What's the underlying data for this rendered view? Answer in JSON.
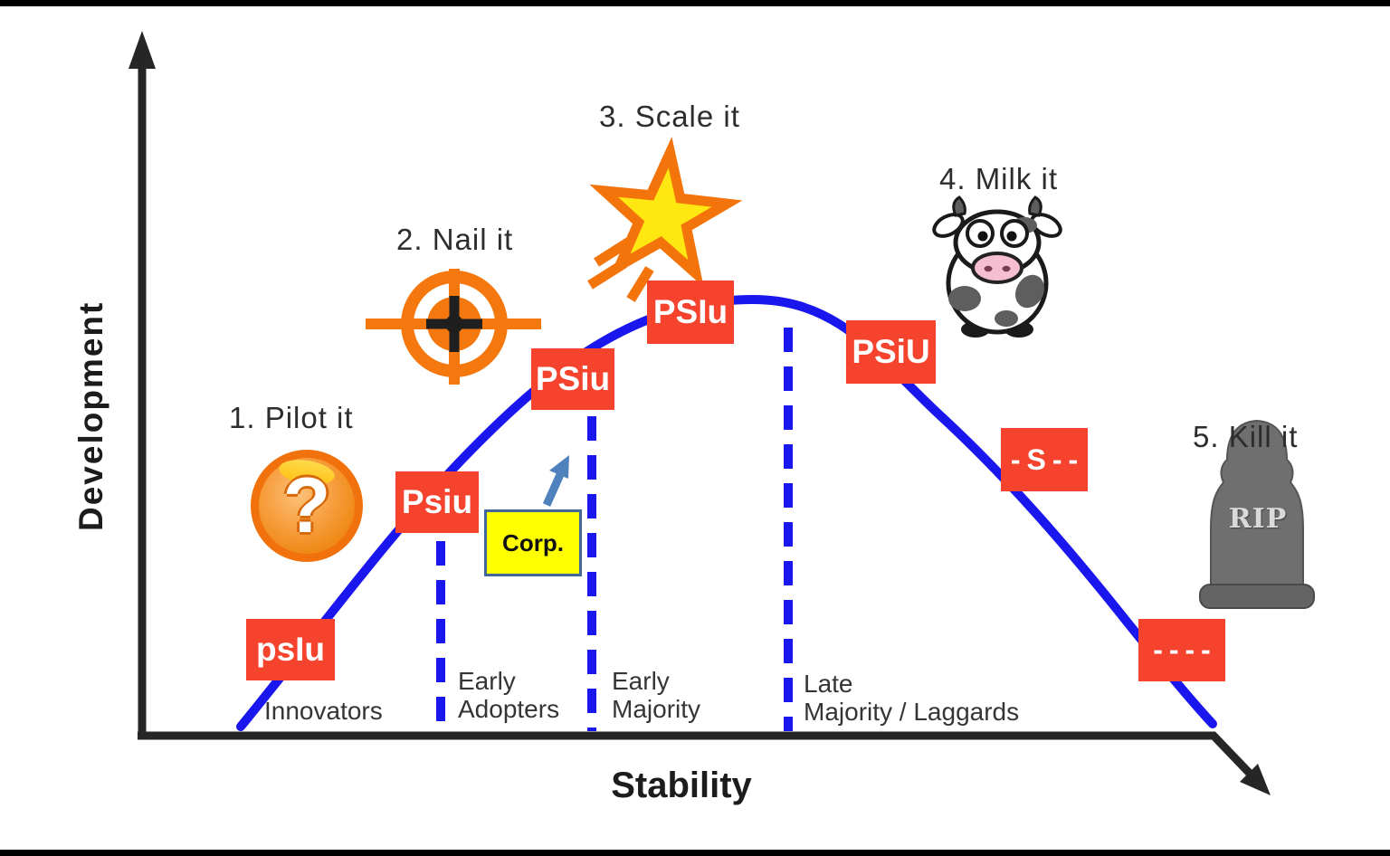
{
  "diagram": {
    "y_axis_label": "Development",
    "x_axis_label": "Stability",
    "stage_titles": [
      "1. Pilot it",
      "2. Nail it",
      "3. Scale it",
      "4. Milk it",
      "5. Kill it"
    ],
    "curve_labels": [
      "psIu",
      "Psiu",
      "PSiu",
      "PSIu",
      "PSiU",
      "-S--",
      "----"
    ],
    "segment_labels": [
      {
        "lines": [
          "Innovators"
        ]
      },
      {
        "lines": [
          "Early",
          "Adopters"
        ]
      },
      {
        "lines": [
          "Early",
          "Majority"
        ]
      },
      {
        "lines": [
          "Late",
          "Majority / Laggards"
        ]
      }
    ],
    "corp_label": "Corp.",
    "question_mark": "?",
    "tombstone_text": "RIP",
    "icons": [
      "question-ball-icon",
      "target-icon",
      "shooting-star-icon",
      "cow-icon",
      "tombstone-icon"
    ],
    "colors": {
      "curve_blue": "#1a16ee",
      "box_red": "#f5432d",
      "axis_black": "#262626",
      "corp_yellow": "#ffff00",
      "corp_border": "#44679b",
      "corp_arrow_blue": "#4f81bd",
      "icon_orange": "#f4780e",
      "star_yellow": "#ffe812"
    }
  }
}
